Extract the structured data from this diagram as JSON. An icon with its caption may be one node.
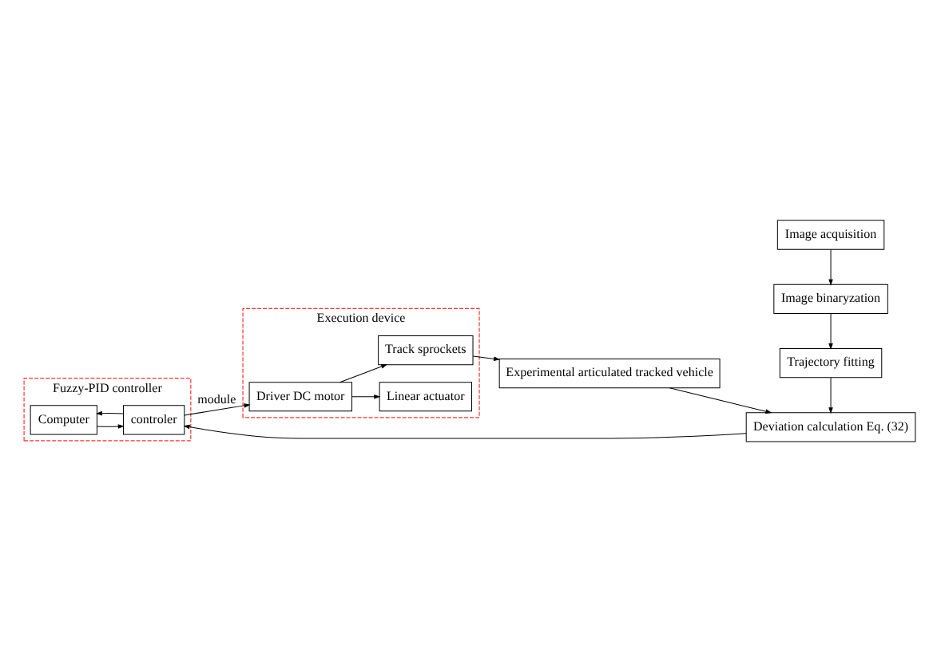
{
  "diagram": {
    "nodes": [
      {
        "text": [
          "Image acquisition"
        ]
      },
      {
        "text": [
          "Image binaryzation"
        ]
      },
      {
        "text": [
          "Trajectory fitting"
        ]
      },
      {
        "text": [
          "Deviation calculation Eq. (32)"
        ]
      },
      {
        "text": [
          "Fuzzy-PID controller"
        ]
      },
      {
        "text": [
          "Computer"
        ],
        "in": 4
      },
      {
        "text": [
          "controler"
        ],
        "in": 4
      },
      {
        "text": [
          "Execution device"
        ]
      },
      {
        "text": [
          "Driver DC motor"
        ],
        "in": 7
      },
      {
        "text": [
          "Linear actuator"
        ],
        "in": 7
      },
      {
        "text": [
          "Track sprockets"
        ],
        "in": 7
      },
      {
        "text": [
          "Experimental articulated tracked vehicle"
        ]
      }
    ],
    "edges": [
      {
        "from": 0,
        "to": 1,
        "arrow": "to"
      },
      {
        "from": 1,
        "to": 2,
        "arrow": "to"
      },
      {
        "from": 2,
        "to": 3,
        "arrow": "to"
      },
      {
        "from": 3,
        "to": 6,
        "arrow": "to"
      },
      {
        "from": 6,
        "to": 5,
        "arrow": "to"
      },
      {
        "from": 5,
        "to": 6,
        "arrow": "to"
      },
      {
        "from": 6,
        "to": 8,
        "arrow": "to",
        "label": "module"
      },
      {
        "from": 8,
        "to": 9,
        "arrow": "to"
      },
      {
        "from": 8,
        "to": 10,
        "arrow": "to"
      },
      {
        "from": 10,
        "to": 11,
        "arrow": "to"
      },
      {
        "from": 11,
        "to": 3,
        "arrow": "to"
      }
    ]
  }
}
